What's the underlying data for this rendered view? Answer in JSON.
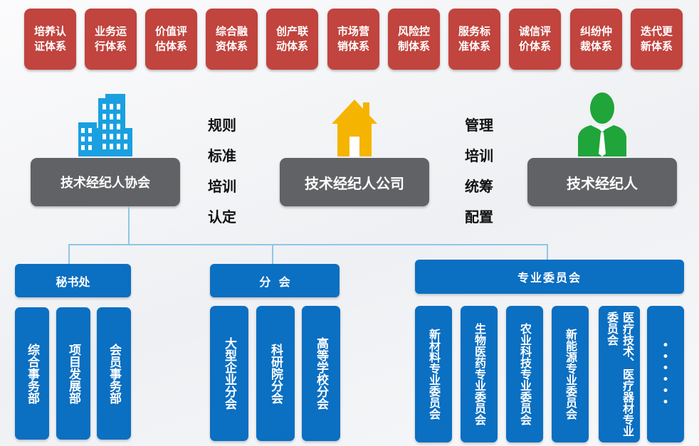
{
  "systems": [
    {
      "line1": "培养认",
      "line2": "证体系"
    },
    {
      "line1": "业务运",
      "line2": "行体系"
    },
    {
      "line1": "价值评",
      "line2": "估体系"
    },
    {
      "line1": "综合融",
      "line2": "资体系"
    },
    {
      "line1": "创产联",
      "line2": "动体系"
    },
    {
      "line1": "市场营",
      "line2": "销体系"
    },
    {
      "line1": "风险控",
      "line2": "制体系"
    },
    {
      "line1": "服务标",
      "line2": "准体系"
    },
    {
      "line1": "诚信评",
      "line2": "价体系"
    },
    {
      "line1": "纠纷仲",
      "line2": "裁体系"
    },
    {
      "line1": "迭代更",
      "line2": "新体系"
    }
  ],
  "entities": {
    "association": "技术经纪人协会",
    "company": "技术经纪人公司",
    "broker": "技术经纪人"
  },
  "left_words": [
    "规则",
    "标准",
    "培训",
    "认定"
  ],
  "right_words": [
    "管理",
    "培训",
    "统筹",
    "配置"
  ],
  "groups": {
    "secretariat": {
      "title": "秘书处",
      "items": [
        "综合事务部",
        "项目发展部",
        "会员事务部"
      ]
    },
    "branch": {
      "title": "分  会",
      "items": [
        "大型企业分会",
        "科研院分会",
        "高等学校分会"
      ]
    },
    "committee": {
      "title": "专业委员会",
      "items": [
        "新材料专业委员会",
        "生物医药专业委员会",
        "农业科技专业委员会",
        "新能源专业委员会",
        "医疗技术、医疗器材专业委员会",
        "••••••"
      ]
    }
  },
  "colors": {
    "red": "#c1443e",
    "grey": "#606265",
    "blue": "#0b6fc2",
    "green": "#1fa53a",
    "yellow": "#f5b400",
    "cyan": "#1aa0e0"
  }
}
